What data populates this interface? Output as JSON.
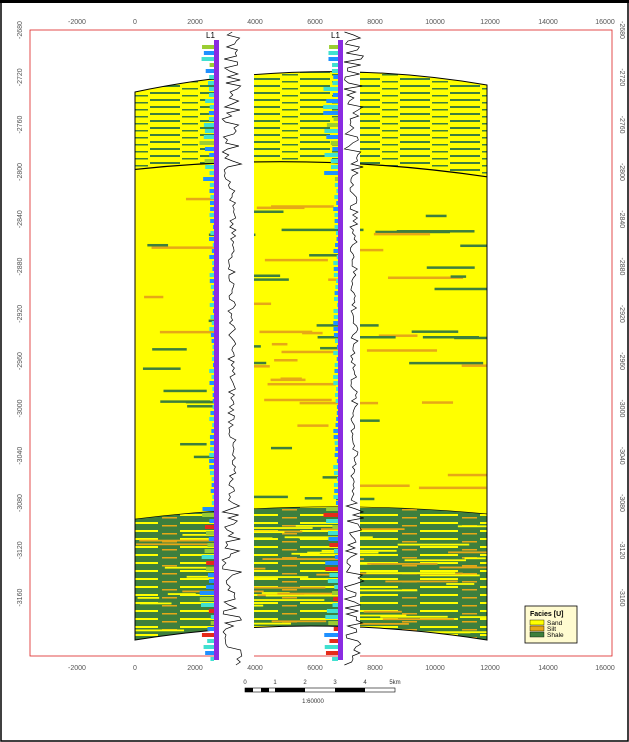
{
  "x_axis_ticks": [
    "-2000",
    "0",
    "2000",
    "4000",
    "6000",
    "8000",
    "10000",
    "12000",
    "14000",
    "16000"
  ],
  "y_axis_ticks": [
    "-2680",
    "-2720",
    "-2760",
    "-2800",
    "-2840",
    "-2880",
    "-2920",
    "-2960",
    "-3000",
    "-3040",
    "-3080",
    "-3120",
    "-3160"
  ],
  "well_labels": [
    "L1",
    "L1"
  ],
  "scale_bar": {
    "ticks": [
      "0",
      "1",
      "2",
      "3",
      "4",
      "5km"
    ],
    "ratio": "1:60000"
  },
  "legend": {
    "title": "Facies [U]",
    "items": [
      {
        "label": "Sand",
        "color": "#ffff00"
      },
      {
        "label": "Silt",
        "color": "#e6a817"
      },
      {
        "label": "Shale",
        "color": "#3d7f3d"
      }
    ]
  },
  "colors": {
    "sand": "#ffff00",
    "silt": "#e6a817",
    "shale": "#3d7f3d",
    "frame": "#d22",
    "log_purple": "#8a2be2",
    "log_cyan": "#40e0d0",
    "log_red": "#e52b1a",
    "border": "#000"
  }
}
